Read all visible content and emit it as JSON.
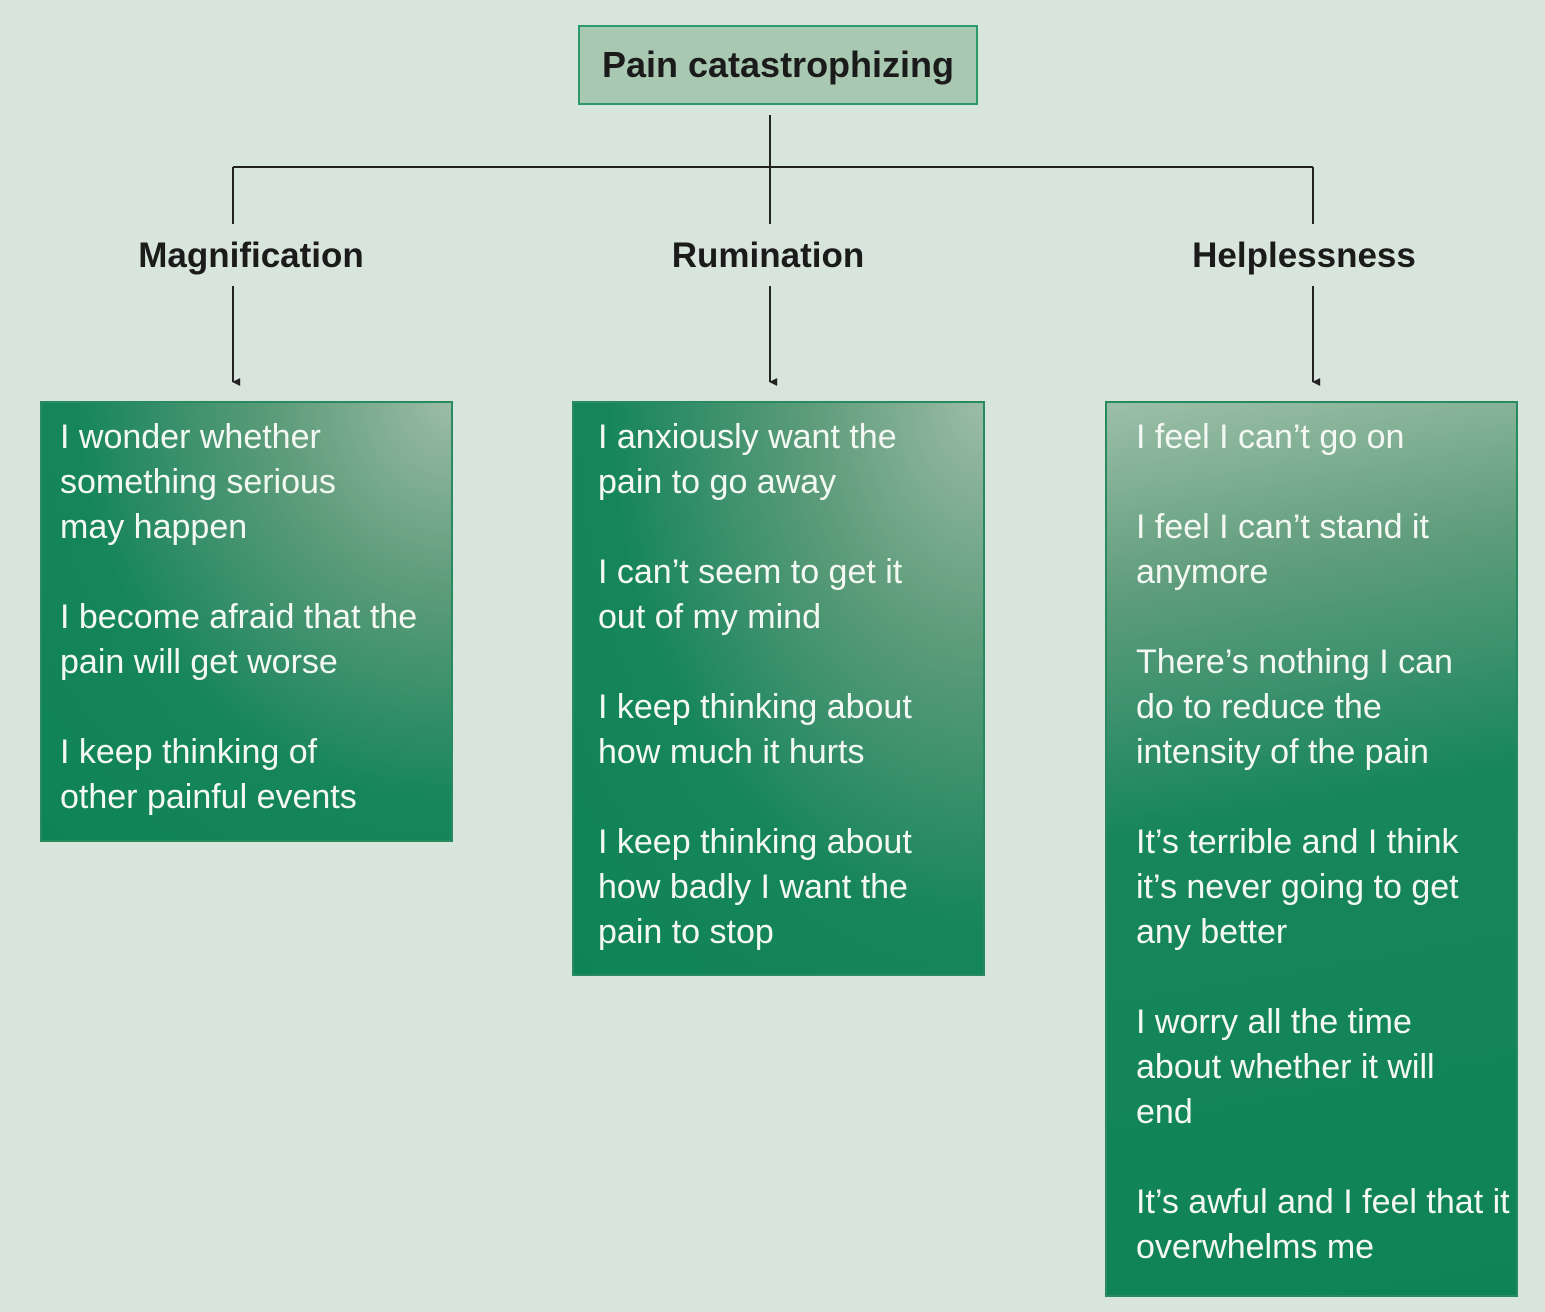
{
  "root": {
    "label": "Pain catastrophizing"
  },
  "colors": {
    "background": "#d7e5dc",
    "root_fill": "#a8c8b1",
    "box_green": "#0e8456",
    "line": "#222222"
  },
  "categories": [
    {
      "label": "Magnification",
      "items": [
        "I wonder whether something serious may happen",
        "I become afraid that the pain will get worse",
        "I keep thinking of other painful events"
      ]
    },
    {
      "label": "Rumination",
      "items": [
        "I anxiously want the pain to go away",
        "I can’t seem to get it out of my mind",
        "I keep thinking about how much it hurts",
        "I keep thinking about how badly I want the pain to stop"
      ]
    },
    {
      "label": "Helplessness",
      "items": [
        "I feel I can’t go on",
        "I feel I can’t stand it anymore",
        "There’s nothing I can do to reduce the intensity of the pain",
        "It’s terrible and I think it’s never going to get any better",
        "I worry all the time about whether it will end",
        "It’s awful and I feel that it overwhelms me"
      ]
    }
  ]
}
